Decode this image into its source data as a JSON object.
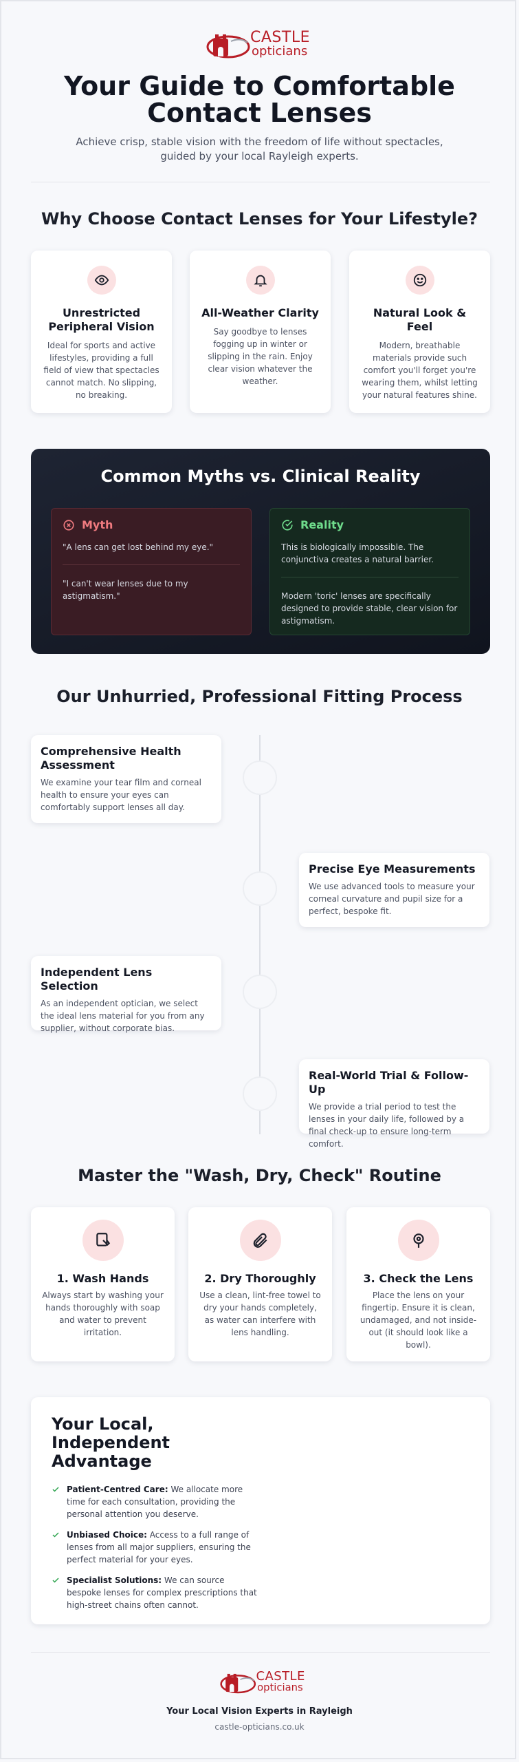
{
  "brand": {
    "name_line1": "CASTLE",
    "name_line2": "opticians",
    "color": "#b81d26"
  },
  "hero": {
    "title_line1": "Your Guide to Comfortable",
    "title_line2": "Contact Lenses",
    "subtitle": "Achieve crisp, stable vision with the freedom of life without spectacles, guided by your local Rayleigh experts."
  },
  "why": {
    "title": "Why Choose Contact Lenses for Your Lifestyle?",
    "cards": [
      {
        "icon": "eye-icon",
        "title": "Unrestricted Peripheral Vision",
        "text": "Ideal for sports and active lifestyles, providing a full field of view that spectacles cannot match. No slipping, no breaking."
      },
      {
        "icon": "bell-icon",
        "title": "All-Weather Clarity",
        "text": "Say goodbye to lenses fogging up in winter or slipping in the rain. Enjoy clear vision whatever the weather."
      },
      {
        "icon": "smile-icon",
        "title": "Natural Look & Feel",
        "text": "Modern, breathable materials provide such comfort you'll forget you're wearing them, whilst letting your natural features shine."
      }
    ]
  },
  "myths": {
    "title": "Common Myths vs. Clinical Reality",
    "myth_label": "Myth",
    "reality_label": "Reality",
    "myth_items": [
      "\"A lens can get lost behind my eye.\"",
      "\"I can't wear lenses due to my astigmatism.\""
    ],
    "reality_items": [
      "This is biologically impossible. The conjunctiva creates a natural barrier.",
      "Modern 'toric' lenses are specifically designed to provide stable, clear vision for astigmatism."
    ]
  },
  "process": {
    "title": "Our Unhurried, Professional Fitting Process",
    "steps": [
      {
        "title": "Comprehensive Health Assessment",
        "text": "We examine your tear film and corneal health to ensure your eyes can comfortably support lenses all day."
      },
      {
        "title": "Precise Eye Measurements",
        "text": "We use advanced tools to measure your corneal curvature and pupil size for a perfect, bespoke fit."
      },
      {
        "title": "Independent Lens Selection",
        "text": "As an independent optician, we select the ideal lens material for you from any supplier, without corporate bias."
      },
      {
        "title": "Real-World Trial & Follow-Up",
        "text": "We provide a trial period to test the lenses in your daily life, followed by a final check-up to ensure long-term comfort."
      }
    ]
  },
  "routine": {
    "title": "Master the \"Wash, Dry, Check\" Routine",
    "cards": [
      {
        "icon": "hand-wash-icon",
        "title": "1. Wash Hands",
        "text": "Always start by washing your hands thoroughly with soap and water to prevent irritation."
      },
      {
        "icon": "paperclip-icon",
        "title": "2. Dry Thoroughly",
        "text": "Use a clean, lint-free towel to dry your hands completely, as water can interfere with lens handling."
      },
      {
        "icon": "fingertip-icon",
        "title": "3. Check the Lens",
        "text": "Place the lens on your fingertip. Ensure it is clean, undamaged, and not inside-out (it should look like a bowl)."
      }
    ]
  },
  "advantage": {
    "title": "Your Local, Independent Advantage",
    "items": [
      {
        "bold": "Patient-Centred Care:",
        "text": " We allocate more time for each consultation, providing the personal attention you deserve."
      },
      {
        "bold": "Unbiased Choice:",
        "text": " Access to a full range of lenses from all major suppliers, ensuring the perfect material for your eyes."
      },
      {
        "bold": "Specialist Solutions:",
        "text": " We can source bespoke lenses for complex prescriptions that high-street chains often cannot."
      }
    ]
  },
  "footer": {
    "tagline": "Your Local Vision Experts in Rayleigh",
    "url": "castle-opticians.co.uk"
  }
}
